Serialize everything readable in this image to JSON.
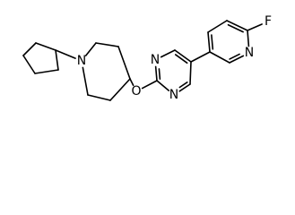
{
  "molecule": {
    "atoms": [
      {
        "id": "c1",
        "element": "C"
      },
      {
        "id": "c2",
        "element": "C"
      },
      {
        "id": "c3",
        "element": "C"
      },
      {
        "id": "c4",
        "element": "C"
      },
      {
        "id": "c5",
        "element": "C"
      },
      {
        "id": "n1",
        "element": "N",
        "label": "N"
      },
      {
        "id": "p2",
        "element": "C"
      },
      {
        "id": "p3",
        "element": "C"
      },
      {
        "id": "p4",
        "element": "C"
      },
      {
        "id": "p5",
        "element": "C"
      },
      {
        "id": "p6",
        "element": "C"
      },
      {
        "id": "o1",
        "element": "O",
        "label": "O"
      },
      {
        "id": "m2",
        "element": "C"
      },
      {
        "id": "m3",
        "element": "N",
        "label": "N"
      },
      {
        "id": "m4",
        "element": "C"
      },
      {
        "id": "m5",
        "element": "C"
      },
      {
        "id": "m6",
        "element": "C"
      },
      {
        "id": "m1",
        "element": "N",
        "label": "N"
      },
      {
        "id": "y3",
        "element": "C"
      },
      {
        "id": "y4",
        "element": "C"
      },
      {
        "id": "y5",
        "element": "C"
      },
      {
        "id": "y6",
        "element": "C"
      },
      {
        "id": "y1",
        "element": "N",
        "label": "N"
      },
      {
        "id": "y2",
        "element": "C"
      },
      {
        "id": "f1",
        "element": "F",
        "label": "F"
      }
    ],
    "bonds": [
      {
        "a": "c1",
        "b": "c2",
        "order": 1
      },
      {
        "a": "c2",
        "b": "c3",
        "order": 1
      },
      {
        "a": "c3",
        "b": "c4",
        "order": 1
      },
      {
        "a": "c4",
        "b": "c5",
        "order": 1
      },
      {
        "a": "c5",
        "b": "c1",
        "order": 1
      },
      {
        "a": "c1",
        "b": "n1",
        "order": 1
      },
      {
        "a": "n1",
        "b": "p2",
        "order": 1
      },
      {
        "a": "p2",
        "b": "p3",
        "order": 1
      },
      {
        "a": "p3",
        "b": "p4",
        "order": 1
      },
      {
        "a": "p4",
        "b": "p5",
        "order": 1
      },
      {
        "a": "p5",
        "b": "p6",
        "order": 1
      },
      {
        "a": "p6",
        "b": "n1",
        "order": 1
      },
      {
        "a": "p4",
        "b": "o1",
        "order": 1
      },
      {
        "a": "o1",
        "b": "m2",
        "order": 1
      },
      {
        "a": "m2",
        "b": "m3",
        "order": 2,
        "side": "in"
      },
      {
        "a": "m3",
        "b": "m4",
        "order": 1
      },
      {
        "a": "m4",
        "b": "m5",
        "order": 2,
        "side": "in"
      },
      {
        "a": "m5",
        "b": "m6",
        "order": 1
      },
      {
        "a": "m6",
        "b": "m1",
        "order": 2,
        "side": "in"
      },
      {
        "a": "m1",
        "b": "m2",
        "order": 1
      },
      {
        "a": "m5",
        "b": "y3",
        "order": 1
      },
      {
        "a": "y3",
        "b": "y4",
        "order": 2,
        "side": "in"
      },
      {
        "a": "y4",
        "b": "y5",
        "order": 1
      },
      {
        "a": "y5",
        "b": "y6",
        "order": 2,
        "side": "in"
      },
      {
        "a": "y6",
        "b": "y1",
        "order": 1
      },
      {
        "a": "y1",
        "b": "y2",
        "order": 2,
        "side": "in"
      },
      {
        "a": "y2",
        "b": "y3",
        "order": 1
      },
      {
        "a": "y6",
        "b": "f1",
        "order": 1
      }
    ]
  }
}
